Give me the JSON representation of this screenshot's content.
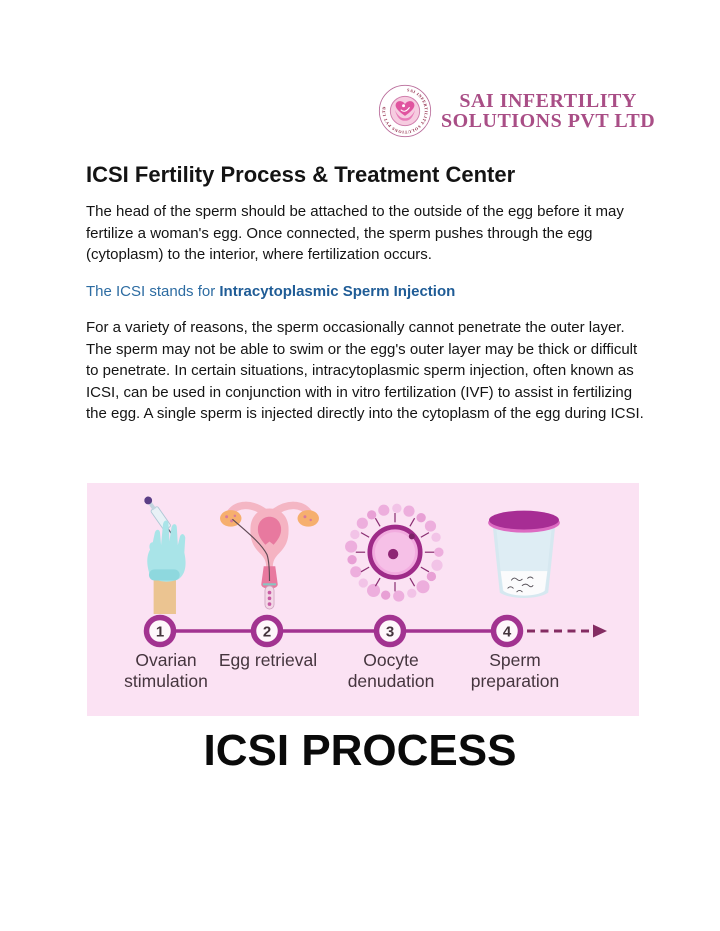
{
  "logo": {
    "name_line1": "SAI INFERTILITY",
    "name_line2": "SOLUTIONS PVT LTD",
    "ring_text": "SAI INFERTILITY SOLUTIONS PVT LTD",
    "brand_color": "#A94E86"
  },
  "article": {
    "title": "ICSI Fertility Process & Treatment Center",
    "paragraph1": "The head of the sperm should be attached to the outside of the egg before it may fertilize a woman's egg. Once connected, the sperm pushes through the egg (cytoplasm) to the interior, where fertilization occurs.",
    "subheading_prefix": "The ICSI stands for ",
    "subheading_term": "Intracytoplasmic Sperm Injection",
    "paragraph2": "For a variety of reasons, the sperm occasionally cannot penetrate the outer layer. The sperm may not be able to swim or the egg's outer layer may be thick or difficult to penetrate. In certain situations, intracytoplasmic sperm injection, often known as ICSI, can be used in conjunction with in vitro fertilization (IVF) to assist in fertilizing the egg. A single sperm is injected directly into the cytoplasm of the egg during ICSI."
  },
  "diagram": {
    "steps": [
      {
        "number": "1",
        "label": "Ovarian stimulation",
        "icon": "syringe-hand-icon"
      },
      {
        "number": "2",
        "label": "Egg retrieval",
        "icon": "uterus-egg-retrieval-icon"
      },
      {
        "number": "3",
        "label": "Oocyte denudation",
        "icon": "oocyte-icon"
      },
      {
        "number": "4",
        "label": "Sperm preparation",
        "icon": "sperm-sample-cup-icon"
      }
    ],
    "colors": {
      "panel_background": "#FBE2F3",
      "timeline": "#A23390",
      "dashed_arrow": "#842C62"
    }
  },
  "caption": "ICSI PROCESS",
  "colors": {
    "subheading_blue": "#2D6CA2",
    "subheading_blue_bold": "#1F5C96",
    "body_text": "#141414"
  }
}
